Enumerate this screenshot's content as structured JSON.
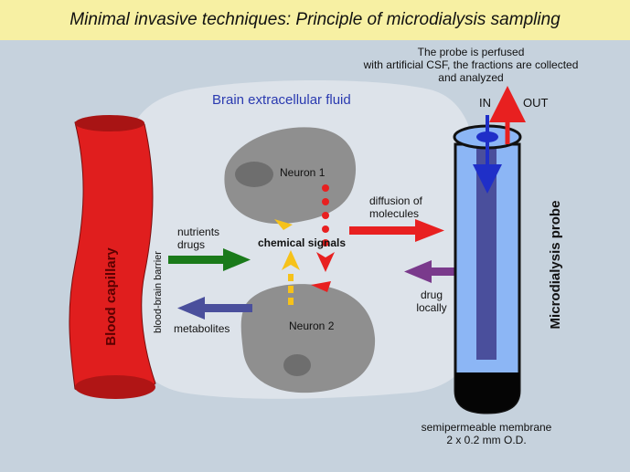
{
  "title": "Minimal invasive techniques: Principle of microdialysis sampling",
  "labels": {
    "probe_note_line1": "The probe is perfused",
    "probe_note_line2": "with artificial CSF, the fractions are collected",
    "probe_note_line3": "and analyzed",
    "in": "IN",
    "out": "OUT",
    "brain_ecf": "Brain extracellular fluid",
    "neuron1": "Neuron 1",
    "neuron2": "Neuron 2",
    "diffusion_line1": "diffusion of",
    "diffusion_line2": "molecules",
    "nutrients_line1": "nutrients",
    "nutrients_line2": "drugs",
    "chemical_signals": "chemical signals",
    "drug_line1": "drug",
    "drug_line2": "locally",
    "metabolites": "metabolites",
    "blood_capillary": "Blood capillary",
    "bbb": "blood-brain barrier",
    "probe_label": "Microdialysis probe",
    "membrane_line1": "semipermeable membrane",
    "membrane_line2": "2 x 0.2 mm O.D."
  },
  "colors": {
    "background": "#c6d2dd",
    "title_band": "#f7f0a3",
    "ecf_region": "#dce3ea",
    "capillary": "#e01e1e",
    "neuron": "#8f8f8f",
    "probe_outer": "#8cb6f5",
    "probe_inner": "#4a4f9c",
    "arrow_green": "#1a7a1a",
    "arrow_red": "#e82020",
    "arrow_purple": "#7a3a8c",
    "arrow_blue": "#4a4f9c",
    "signal_yellow": "#f6c21a"
  }
}
